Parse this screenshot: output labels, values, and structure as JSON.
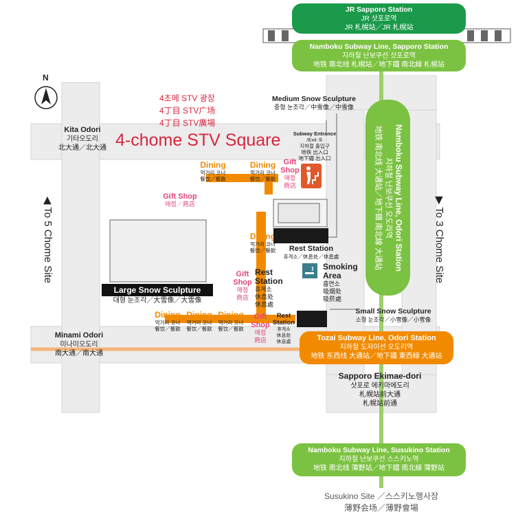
{
  "jr_station": {
    "name": "JR Sapporo Station",
    "ko": "JR 삿포로역",
    "cn": "JR 札幌站／JR 札幌站"
  },
  "namboku_sapporo": {
    "name": "Namboku Subway Line, Sapporo Station",
    "ko": "지하철 난보쿠선 삿포로역",
    "cn": "地铁 南北线 札幌站／地下鐵 南北線 札幌站"
  },
  "namboku_odori": {
    "name": "Namboku Subway Line, Odori Station",
    "ko": "지하철 난보쿠선 오도리역",
    "cn": "地铁 南北线 大通站／地下鐵 南北線 大通站"
  },
  "tozai_odori": {
    "name": "Tozai Subway Line, Odori Station",
    "ko": "지하철 도자이선 오도리역",
    "cn": "地铁 东西线 大通站／地下鐵 東西線 大通站"
  },
  "namboku_susukino": {
    "name": "Namboku Subway Line, Susukino Station",
    "ko": "지하철 난보쿠선 스스키노역",
    "cn": "地铁 南北线 薄野站／地下鐵 南北線 薄野站"
  },
  "susukino_site": {
    "line1": "Susukino Site ／스스키노행사장",
    "line2": "薄野会场／薄野會場"
  },
  "square": {
    "title": "4-chome STV Square",
    "ko": "4초메  STV 광장",
    "cn1": "4丁目 STV广场",
    "cn2": "4丁目 STV廣場"
  },
  "kita_odori": {
    "name": "Kita Odori",
    "ko": "기타오도리",
    "cn": "北大通／北大通"
  },
  "minami_odori": {
    "name": "Minami Odori",
    "ko": "미나미오도리",
    "cn": "南大通／南大通"
  },
  "ekimae": {
    "name": "Sapporo Ekimae-dori",
    "ko": "삿포로 에키마에도리",
    "cn1": "札幌站前大通",
    "cn2": "札幌站前通"
  },
  "to5": "◀ To 5 Chome Site",
  "to3": "▶ To 3 Chome Site",
  "north": "N",
  "medium_sculpture": {
    "name": "Medium Snow Sculpture",
    "sub": "중형 눈조각／中雪像／中雪像"
  },
  "large_sculpture": {
    "name": "Large Snow Sculpture",
    "sub": "대형 눈조각／大雪像／大雪像"
  },
  "small_sculpture": {
    "name": "Small Snow Sculpture",
    "sub": "소형 눈조각／小雪像／小雪像"
  },
  "subway_entrance": {
    "l1": "Subway Entrance",
    "l2": "/Exit ⑤",
    "l3": "지하철 출입구",
    "l4": "地铁 出入口",
    "l5": "地下鐵 出入口"
  },
  "dining": {
    "title": "Dining",
    "sub1": "먹거리 코너",
    "sub2": "餐饮／餐飲"
  },
  "gift": {
    "title1": "Gift",
    "title2": "Shop",
    "ko": "매점",
    "cn": "商店",
    "inline": "Gift Shop",
    "inline_sub": "매점／商店"
  },
  "rest_station": {
    "title": "Rest Station",
    "ko": "휴게소",
    "cn1": "休息处",
    "cn2": "休息處",
    "inline": "휴게소／休息处／休息處"
  },
  "rest_station_small": {
    "title1": "Rest",
    "title2": "Station",
    "ko": "휴게소",
    "cn1": "休息处",
    "cn2": "休息處"
  },
  "smoking": {
    "title1": "Smoking",
    "title2": "Area",
    "ko": "흡연소",
    "cn1": "吸烟处",
    "cn2": "吸菸處"
  },
  "colors": {
    "dark_green": "#1a9a4a",
    "light_green": "#7cc242",
    "orange": "#f28a00",
    "pink": "#e2457a",
    "red_title": "#d7263d"
  }
}
